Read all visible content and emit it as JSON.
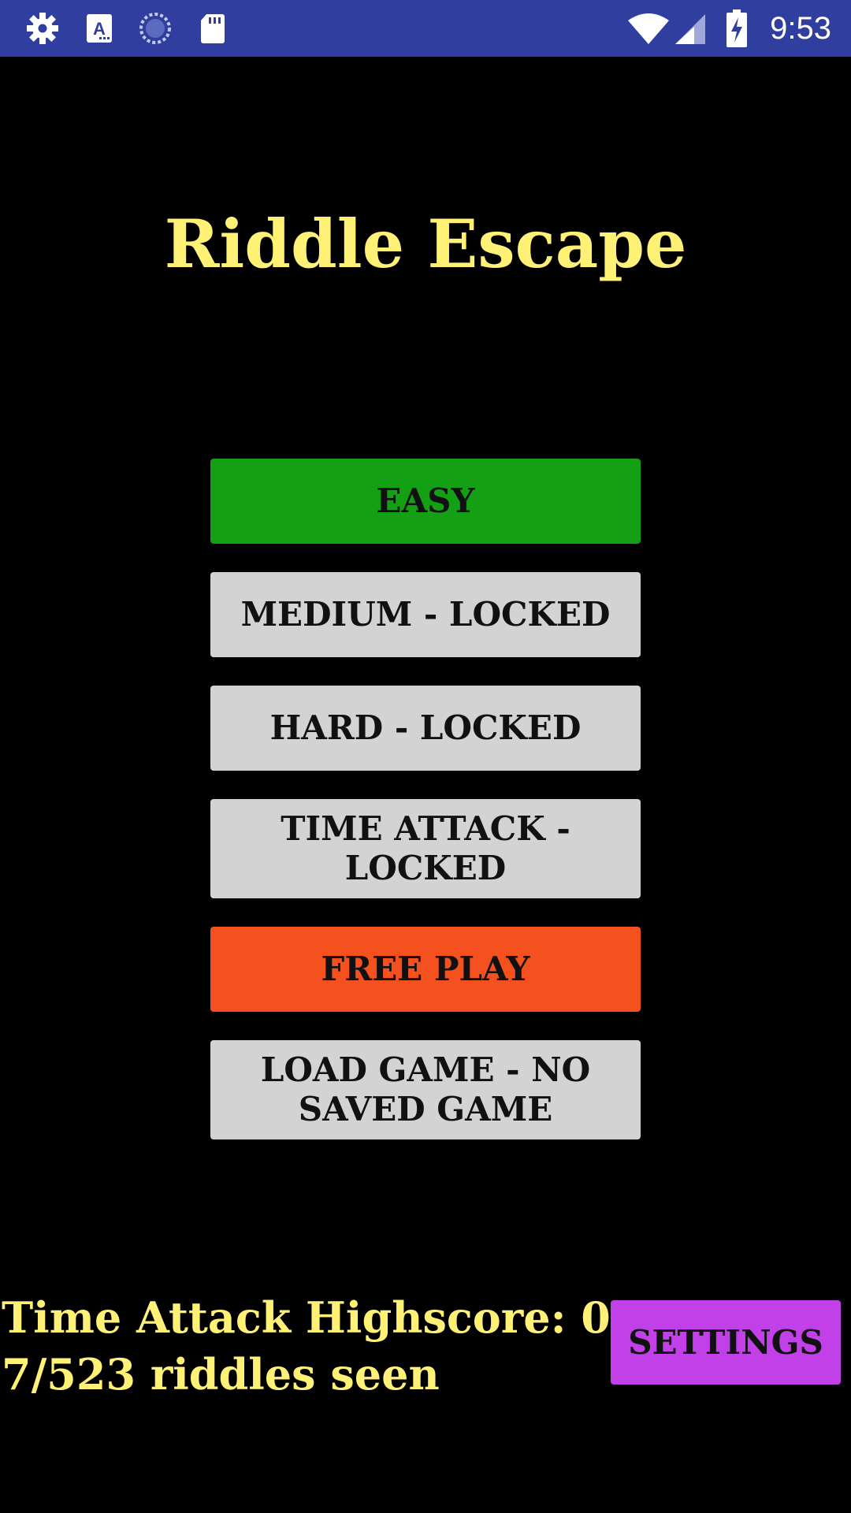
{
  "status_bar": {
    "time": "9:53",
    "icons": [
      "gear-icon",
      "text-a-icon",
      "loading-circle-icon",
      "sd-card-icon",
      "wifi-icon",
      "signal-icon",
      "battery-charging-icon"
    ],
    "background": "#303F9F"
  },
  "title": "Riddle Escape",
  "menu": {
    "buttons": [
      {
        "label": "EASY",
        "color": "#14A014"
      },
      {
        "label": "MEDIUM - LOCKED",
        "color": "#D3D3D3"
      },
      {
        "label": "HARD - LOCKED",
        "color": "#D3D3D3"
      },
      {
        "label": "TIME ATTACK - LOCKED",
        "color": "#D3D3D3"
      },
      {
        "label": "FREE PLAY",
        "color": "#F4511E"
      },
      {
        "label": "LOAD GAME - NO SAVED GAME",
        "color": "#D3D3D3"
      }
    ]
  },
  "footer": {
    "highscore": "Time Attack Highscore: 0",
    "riddles_seen": "7/523 riddles seen",
    "settings_label": "SETTINGS",
    "settings_color": "#C140E8"
  },
  "colors": {
    "background": "#000000",
    "accent_text": "#FFF176"
  }
}
